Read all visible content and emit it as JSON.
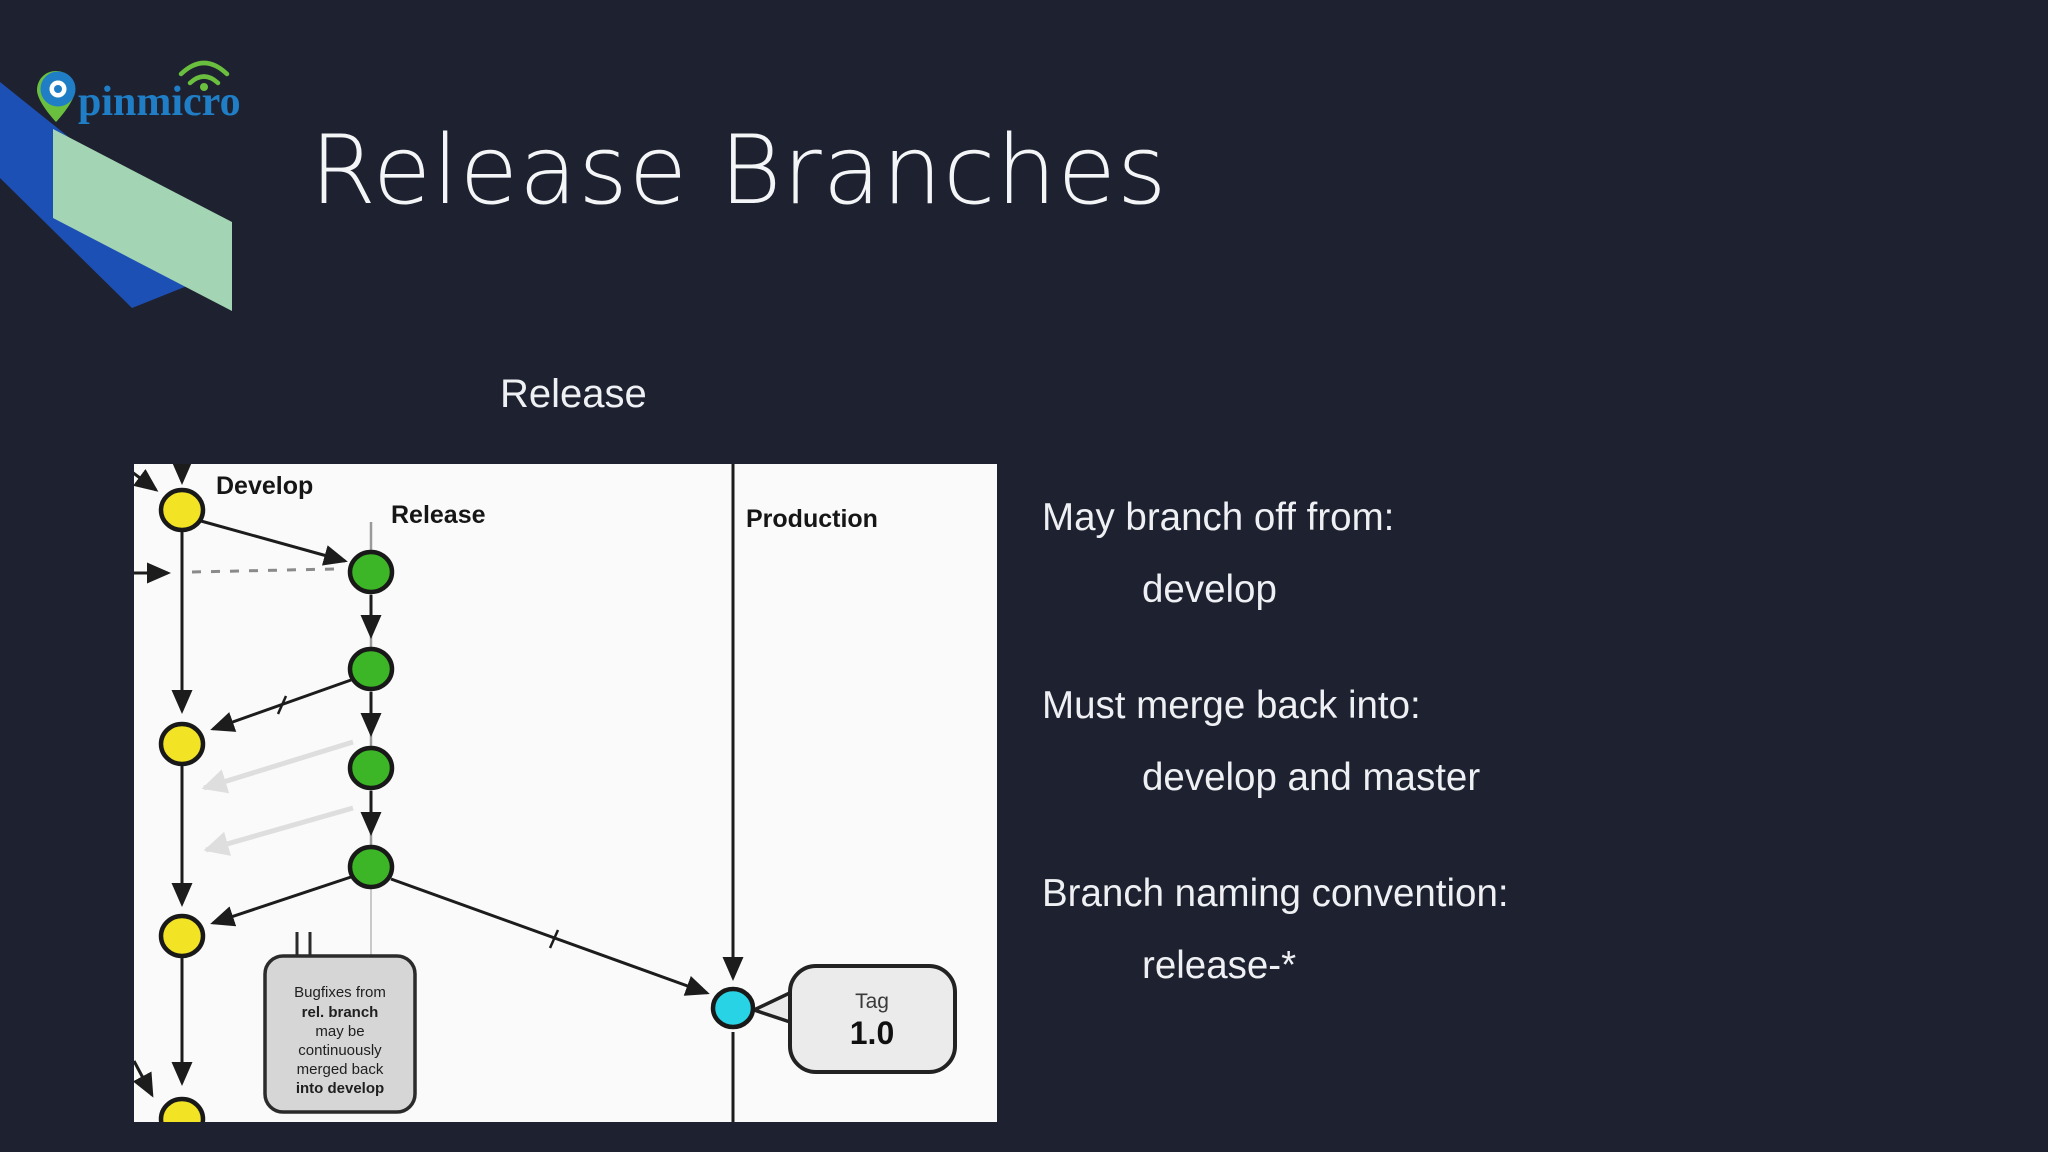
{
  "slide": {
    "title": "Release Branches",
    "caption": "Release",
    "background_color": "#1e2230"
  },
  "logo": {
    "brand": "pinmicro",
    "icons": [
      "location-pin-icon",
      "wifi-signal-icon"
    ],
    "text_color": "#1f7ec6",
    "icon_green": "#6abf3f",
    "ribbon_blue": "#1d50b5",
    "ribbon_mint": "#a3d4b3"
  },
  "bullets": [
    {
      "heading": "May branch off from:",
      "detail": "develop"
    },
    {
      "heading": "Must merge back into:",
      "detail": "develop and master"
    },
    {
      "heading": "Branch naming convention:",
      "detail": "release-*"
    }
  ],
  "diagram": {
    "background": "#fbfafa",
    "columns": [
      {
        "label": "Develop",
        "commit_color": "#f2e324"
      },
      {
        "label": "Release",
        "commit_color": "#3cb626"
      },
      {
        "label": "Production",
        "commit_color": "#29d3e6"
      }
    ],
    "note": {
      "lines": [
        "Bugfixes from",
        "rel. branch",
        "may be",
        "continuously",
        "merged back",
        "into develop"
      ]
    },
    "tag_callout": {
      "label": "Tag",
      "version": "1.0"
    }
  }
}
